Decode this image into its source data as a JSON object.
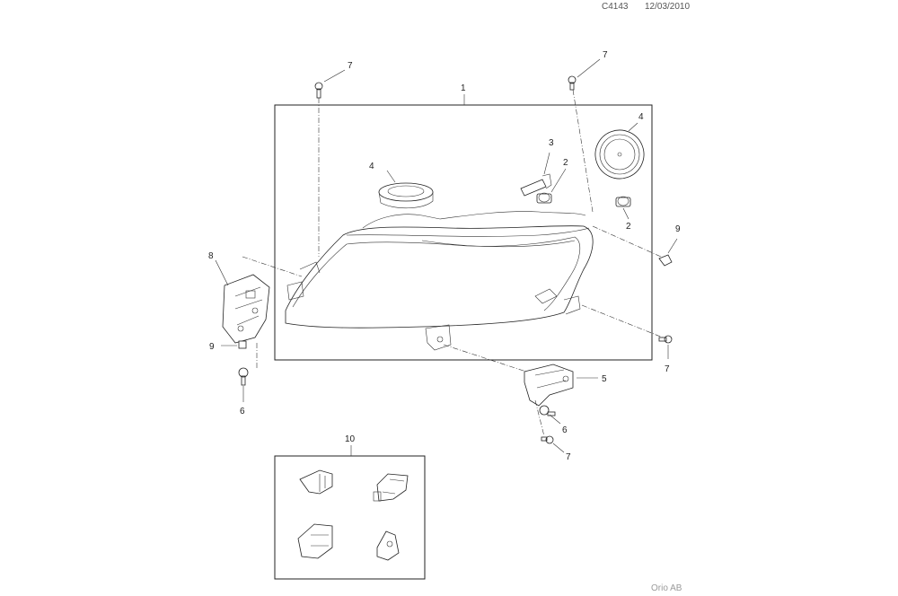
{
  "header": {
    "doc_code": "C4143",
    "date": "12/03/2010"
  },
  "footer": {
    "credit": "Orio AB"
  },
  "callouts": {
    "headlamp_assembly": "1",
    "bulb_a": "2",
    "bulb_b": "2",
    "side_bulb": "3",
    "cover_left": "4",
    "cover_right": "4",
    "lower_bracket": "5",
    "screw_left": "6",
    "screw_bracket": "6",
    "bolt_top_left": "7",
    "bolt_top_right": "7",
    "bolt_right": "7",
    "bolt_bottom": "7",
    "side_bracket": "8",
    "nut_left": "9",
    "nut_right": "9",
    "repair_kit": "10"
  }
}
